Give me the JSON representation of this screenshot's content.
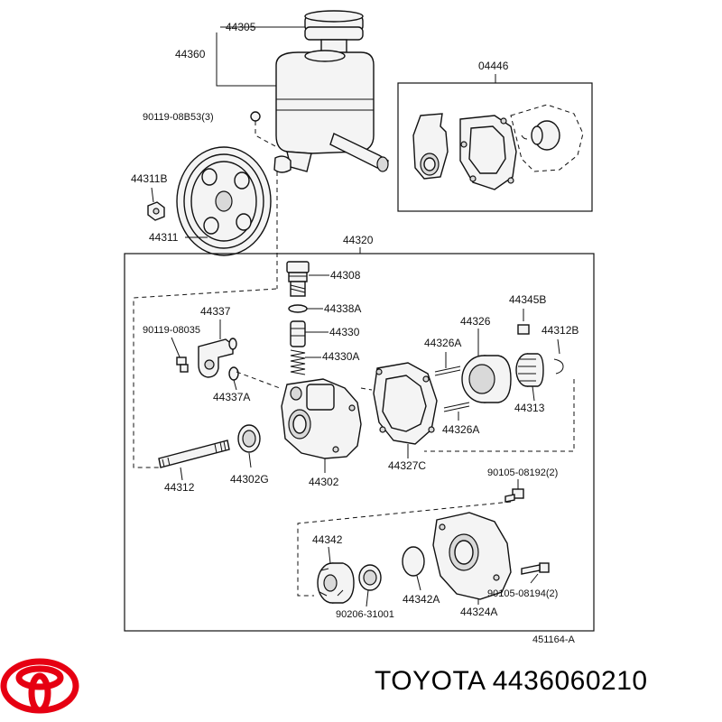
{
  "diagram": {
    "reference_code": "451164-A",
    "labels": {
      "cap": "44305",
      "reservoir": "44360",
      "gasket_set": "04446",
      "bolt_b53": "90119-08B53(3)",
      "nut": "44311B",
      "pulley": "44311",
      "pump_assy": "44320",
      "valve_plug": "44308",
      "oring_338a": "44338A",
      "flow_valve": "44330",
      "spring": "44330A",
      "union": "44337",
      "bolt_08035": "90119-08035",
      "oring_337a": "44337A",
      "pin_345b": "44345B",
      "cam_ring": "44326",
      "pin_326a_top": "44326A",
      "snap_ring": "44312B",
      "rotor": "44313",
      "pin_326a_bot": "44326A",
      "gasket_327c": "44327C",
      "shaft": "44312",
      "bearing": "44302G",
      "housing": "44302",
      "bolt_192": "90105-08192(2)",
      "side_plate": "44342",
      "seal": "90206-31001",
      "oring_342a": "44342A",
      "rear_housing": "44324A",
      "bolt_194": "90105-08194(2)"
    }
  },
  "brand": {
    "caption": "TOYOTA 4436060210",
    "logo_color": "#e60012"
  }
}
